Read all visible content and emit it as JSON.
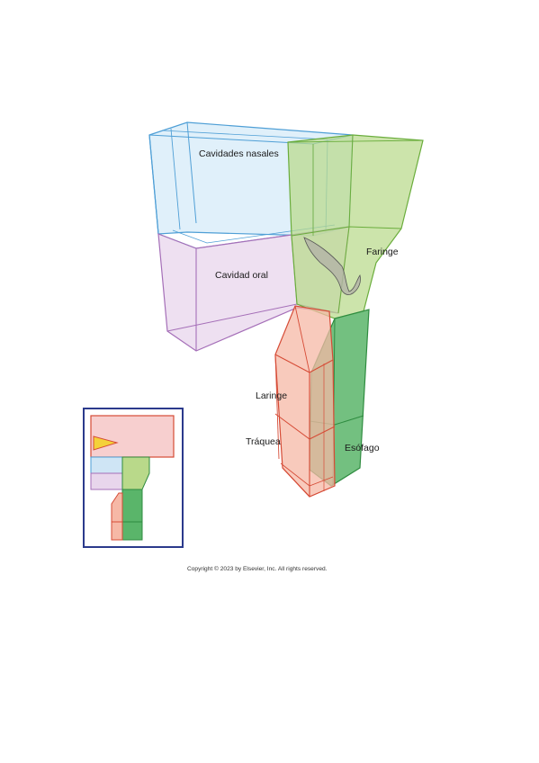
{
  "labels": {
    "nasal": "Cavidades nasales",
    "oral": "Cavidad oral",
    "pharynx": "Faringe",
    "larynx": "Laringe",
    "trachea": "Tráquea",
    "esophagus": "Esófago"
  },
  "copyright": "Copyright © 2023 by Elsevier, Inc. All rights reserved.",
  "colors": {
    "nasal_fill": "#d6ebf8",
    "nasal_stroke": "#4f9fd6",
    "oral_fill": "#e8d6ec",
    "oral_stroke": "#a56fb8",
    "pharynx_fill": "#b9d98a",
    "pharynx_stroke": "#6aad3c",
    "esophagus_fill": "#5ab56a",
    "esophagus_stroke": "#2f8c40",
    "larynx_fill": "#f6b8a6",
    "larynx_stroke": "#d64b36",
    "epiglottis_fill": "#b3b3a8",
    "inset_frame": "#2b3a8c",
    "inset_triangle": "#f4d13a"
  }
}
